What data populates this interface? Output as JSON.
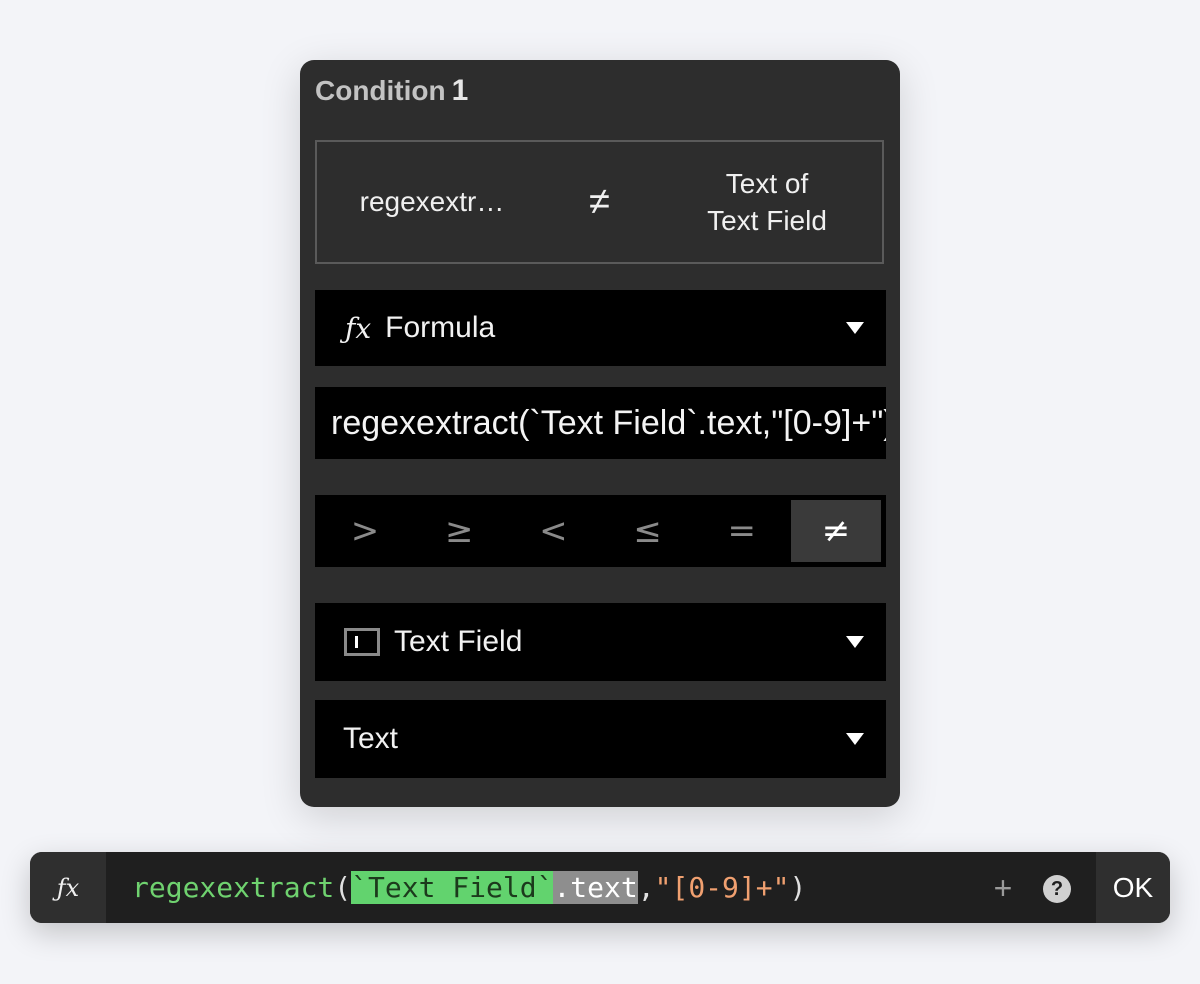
{
  "condition": {
    "title": "Condition",
    "number": "1",
    "summary": {
      "left": "regexextr…",
      "operator": "≠",
      "right_line1": "Text of",
      "right_line2": "Text Field"
    },
    "source_dropdown": {
      "icon": "fx-icon",
      "icon_glyph": "ƒx",
      "label": "Formula"
    },
    "formula_value": "regexextract(`Text Field`.text,\"[0-9]+\")",
    "operators": [
      {
        "symbol": ">",
        "active": false
      },
      {
        "symbol": "≥",
        "active": false
      },
      {
        "symbol": "<",
        "active": false
      },
      {
        "symbol": "≤",
        "active": false
      },
      {
        "symbol": "=",
        "active": false
      },
      {
        "symbol": "≠",
        "active": true
      }
    ],
    "target_dropdown": {
      "icon": "text-field-icon",
      "label": "Text Field"
    },
    "property_dropdown": {
      "label": "Text"
    }
  },
  "formula_bar": {
    "icon": "fx-icon",
    "icon_glyph": "ƒx",
    "tokens": {
      "fn": "regexextract",
      "open": "(",
      "ref": "`Text Field`",
      "prop": ".text",
      "comma": ",",
      "str": "\"[0-9]+\"",
      "close": ")"
    },
    "plus": "+",
    "help": "?",
    "ok_label": "OK"
  }
}
